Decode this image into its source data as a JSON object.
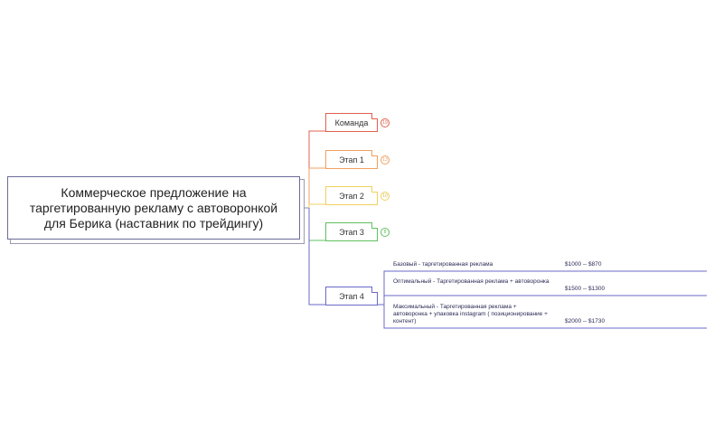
{
  "root": {
    "title": "Коммерческое предложение на таргетированную рекламу с автоворонкой для Берика (наставник по трейдингу)"
  },
  "nodes": [
    {
      "label": "Команда",
      "color": "#e0604f",
      "badge": "19"
    },
    {
      "label": "Этап 1",
      "color": "#f0a060",
      "badge": "13"
    },
    {
      "label": "Этап 2",
      "color": "#f0d060",
      "badge": "10"
    },
    {
      "label": "Этап 3",
      "color": "#60c060",
      "badge": "8"
    },
    {
      "label": "Этап 4",
      "color": "#6a6ac8",
      "badge": ""
    }
  ],
  "packages": [
    {
      "name": "Базовый - таргетированная реклама",
      "price": "$1000 -- $870"
    },
    {
      "name": "Оптимальный - Таргетированная реклама + автоворонка",
      "price": "$1500 -- $1300"
    },
    {
      "name": "Максимальный - Таргетированная реклама + автоворонка + упаковка instagram ( позиционирование + контент)",
      "price": "$2000 -- $1730"
    }
  ]
}
